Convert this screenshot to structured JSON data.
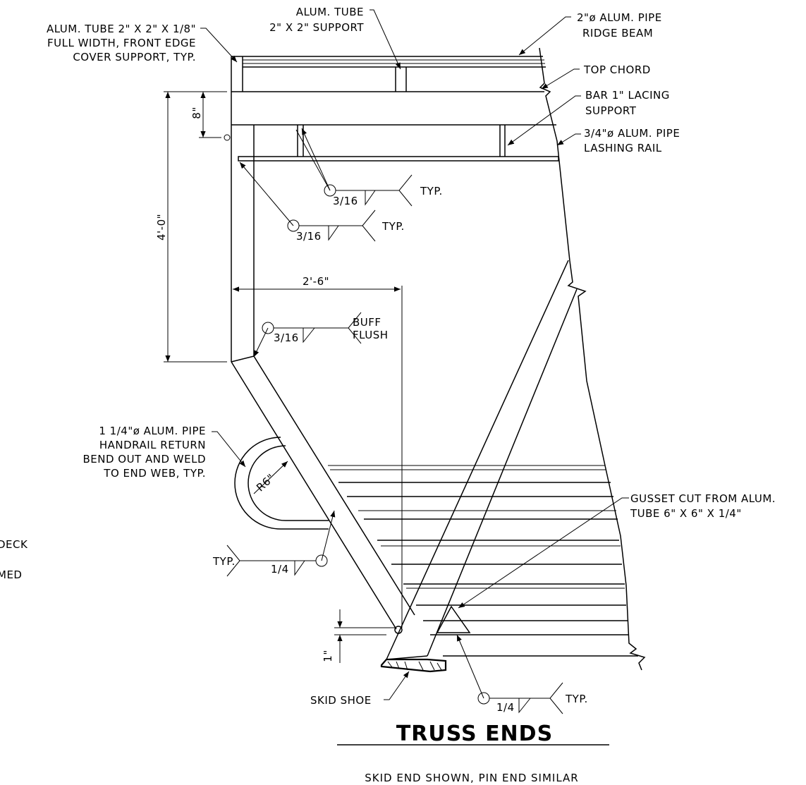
{
  "labels": {
    "tube_cover_support": [
      "ALUM. TUBE 2\" X 2\" X 1/8\"",
      "FULL WIDTH, FRONT EDGE",
      "COVER SUPPORT, TYP."
    ],
    "tube_support": [
      "ALUM. TUBE",
      "2\" X 2\" SUPPORT"
    ],
    "ridge_beam": [
      "2\"ø ALUM. PIPE",
      "RIDGE BEAM"
    ],
    "top_chord": "TOP CHORD",
    "lacing_support": [
      "BAR 1\" LACING",
      "SUPPORT"
    ],
    "lashing_rail": [
      "3/4\"ø ALUM. PIPE",
      "LASHING RAIL"
    ],
    "handrail_return": [
      "1 1/4\"ø ALUM. PIPE",
      "HANDRAIL RETURN",
      "BEND OUT AND WELD",
      "TO END WEB, TYP."
    ],
    "gusset": [
      "GUSSET CUT FROM ALUM.",
      "TUBE 6\" X 6\" X 1/4\""
    ],
    "skid_shoe": "SKID SHOE",
    "cut_off_1": "DECK",
    "cut_off_2": "MED"
  },
  "dimensions": {
    "height": "4'-0\"",
    "offset": "8\"",
    "width": "2'-6\"",
    "radius": "R6\"",
    "shoe_gap": "1\""
  },
  "welds": {
    "w1_size": "3/16",
    "w1_note": "TYP.",
    "w2_size": "3/16",
    "w2_note": "TYP.",
    "w3_size": "3/16",
    "w3_note": [
      "BUFF",
      "FLUSH"
    ],
    "w4_size": "1/4",
    "w4_note": "TYP.",
    "w5_size": "1/4",
    "w5_note": "TYP."
  },
  "title": "TRUSS ENDS",
  "subtitle": "SKID END SHOWN, PIN END SIMILAR"
}
